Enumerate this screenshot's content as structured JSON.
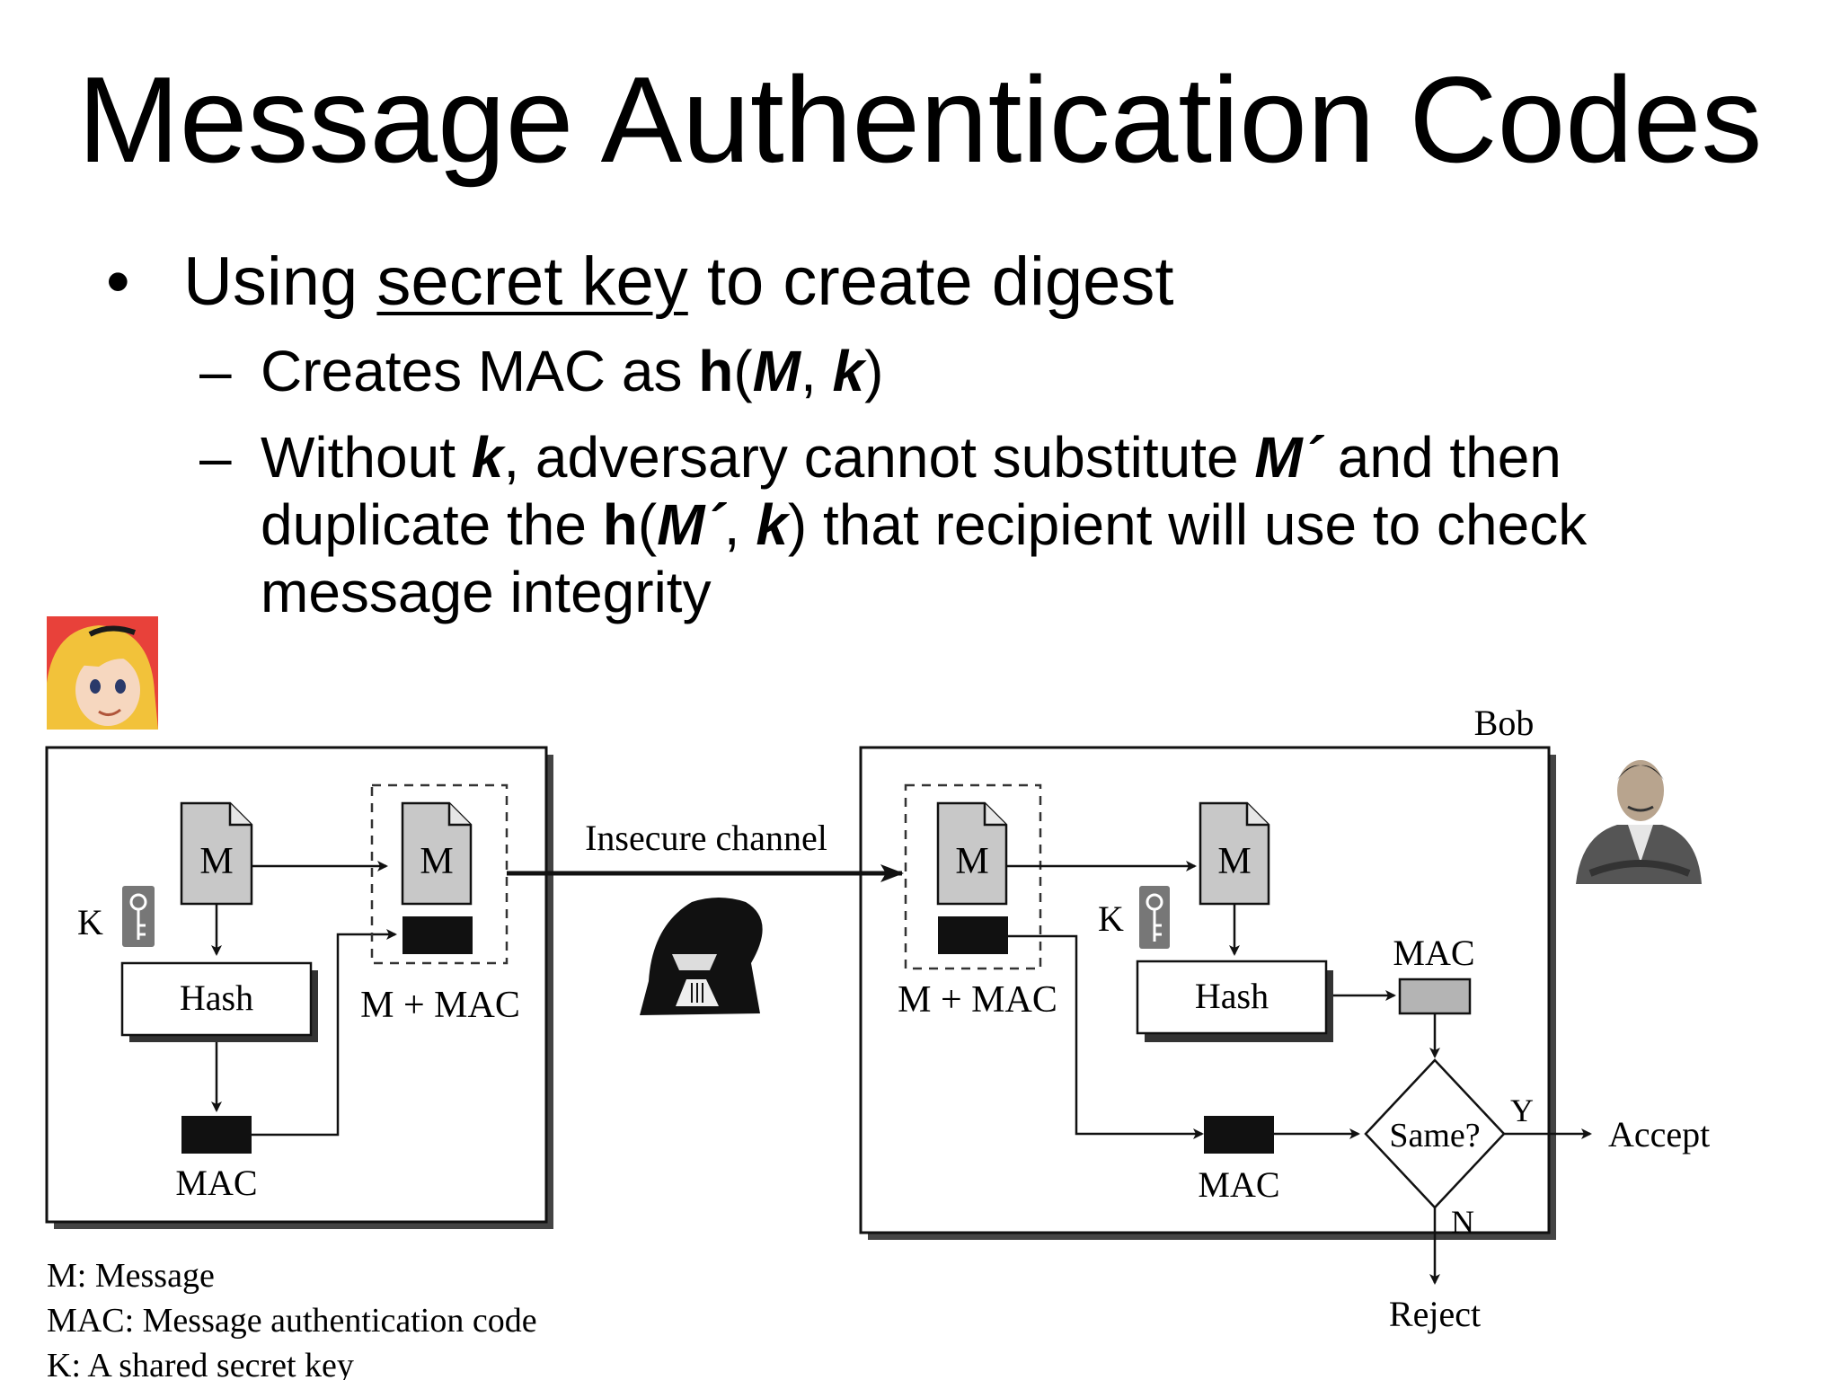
{
  "slide": {
    "title": "Message Authentication Codes",
    "bullet": {
      "marker": "•",
      "pre": "Using ",
      "underlined": "secret key",
      "post": " to create digest"
    },
    "sub1": {
      "dash": "–",
      "t1": "Creates MAC as ",
      "h": "h",
      "p1": "(",
      "m": "M",
      "comma": ", ",
      "k": "k",
      "p2": ")"
    },
    "sub2": {
      "dash": "–",
      "t1": "Without ",
      "k1": "k",
      "t2": ", adversary cannot substitute ",
      "m1": "M´",
      "t3": " and then",
      "t4": "duplicate the ",
      "h": "h",
      "p1": "(",
      "m2": "M´",
      "comma": ", ",
      "k2": "k",
      "t5": ") that recipient will use to check",
      "t6": "message integrity"
    }
  },
  "diagram": {
    "sender": {
      "doc_label": "M",
      "key_label": "K",
      "hash_label": "Hash",
      "mac_label": "MAC",
      "package_doc_label": "M",
      "package_label": "M + MAC"
    },
    "channel_label": "Insecure channel",
    "receiver": {
      "name": "Bob",
      "package_doc_label": "M",
      "package_label": "M + MAC",
      "doc_label": "M",
      "key_label": "K",
      "hash_label": "Hash",
      "computed_mac_label": "MAC",
      "received_mac_label": "MAC",
      "decision_label": "Same?",
      "yes_label": "Y",
      "no_label": "N",
      "accept_label": "Accept",
      "reject_label": "Reject"
    },
    "legend": [
      "M: Message",
      "MAC: Message authentication code",
      "K: A shared secret key"
    ]
  },
  "colors": {
    "doc_fill": "#c8c8c8",
    "mac_fill": "#111111",
    "computed_mac_fill": "#b4b4b4",
    "box_shadow": "#333333",
    "alice_bg": "#e8413a",
    "alice_hair": "#f2c23a"
  }
}
